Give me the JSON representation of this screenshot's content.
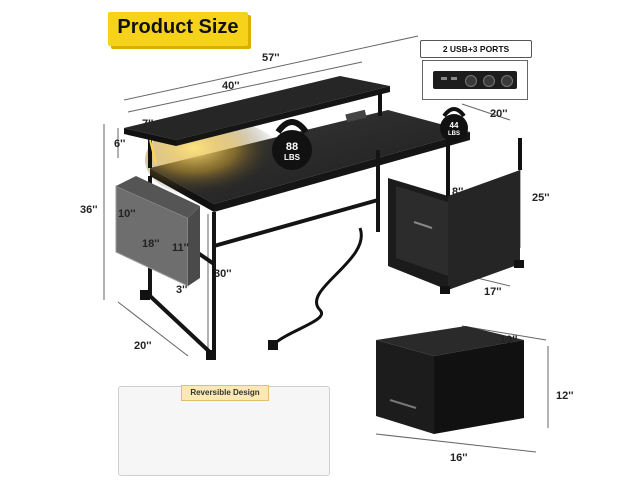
{
  "title": "Product Size",
  "ports_label": "2 USB+3 PORTS",
  "weights": {
    "top": {
      "value": "88",
      "unit": "LBS"
    },
    "side": {
      "value": "44",
      "unit": "LBS"
    }
  },
  "dimensions": {
    "total_width": "57''",
    "shelf_width": "40''",
    "shelf_height": "6''",
    "shelf_depth": "7''",
    "side_depth": "20''",
    "total_height": "36''",
    "bag_height": "10''",
    "bag_width": "18''",
    "bag_depth": "11''",
    "bag_gap": "3''",
    "desk_clearance": "30''",
    "shelf_gap": "8''",
    "cabinet_height": "25''",
    "cabinet_width": "17''",
    "desk_depth": "20''",
    "drawer_depth": "19''",
    "drawer_height": "12''",
    "drawer_width": "16''"
  },
  "reversible_label": "Reversible Design",
  "colors": {
    "badge": "#f7d21a",
    "desk": "#1e1e1e",
    "led": "#ffd54a",
    "bag": "#6e6e6e"
  }
}
